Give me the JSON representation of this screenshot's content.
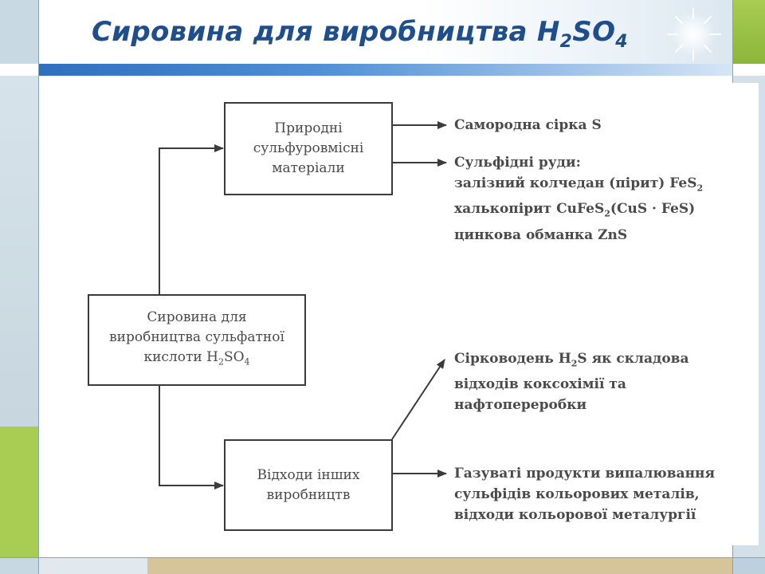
{
  "slide": {
    "title_main": "Сировина для виробництва H",
    "title_sub1": "2",
    "title_mid": "SO",
    "title_sub2": "4"
  },
  "diagram": {
    "root": {
      "line1": "Сировина для",
      "line2": "виробництва сульфатної",
      "line3_pre": "кислоти H",
      "line3_sub1": "2",
      "line3_mid": "SO",
      "line3_sub2": "4"
    },
    "natural": {
      "line1": "Природні",
      "line2": "сульфуровмісні",
      "line3": "матеріали"
    },
    "waste": {
      "line1": "Відходи інших",
      "line2": "виробництв"
    },
    "native_sulfur": "Самородна сірка S",
    "sulfide_ores": {
      "line1": "Сульфідні руди:",
      "line2_pre": "залізний колчедан (пірит) FeS",
      "line2_sub": "2",
      "line3_pre": "халькопірит CuFeS",
      "line3_sub": "2",
      "line3_post": "(CuS · FeS)",
      "line4": "цинкова обманка ZnS"
    },
    "hydrogen_sulfide": {
      "line1_pre": "Сірководень H",
      "line1_sub": "2",
      "line1_post": "S як складова",
      "line2": "відходів коксохімії та",
      "line3": "нафтопереробки"
    },
    "gaseous_products": {
      "line1": "Газуваті продукти випалювання",
      "line2": "сульфідів кольорових металів,",
      "line3": "відходи кольорової металургії"
    }
  },
  "colors": {
    "title": "#1f4e8c",
    "accent_green": "#a9cc52",
    "accent_blue": "#2e6fc0",
    "diagram_ink": "#3b3b3b"
  }
}
